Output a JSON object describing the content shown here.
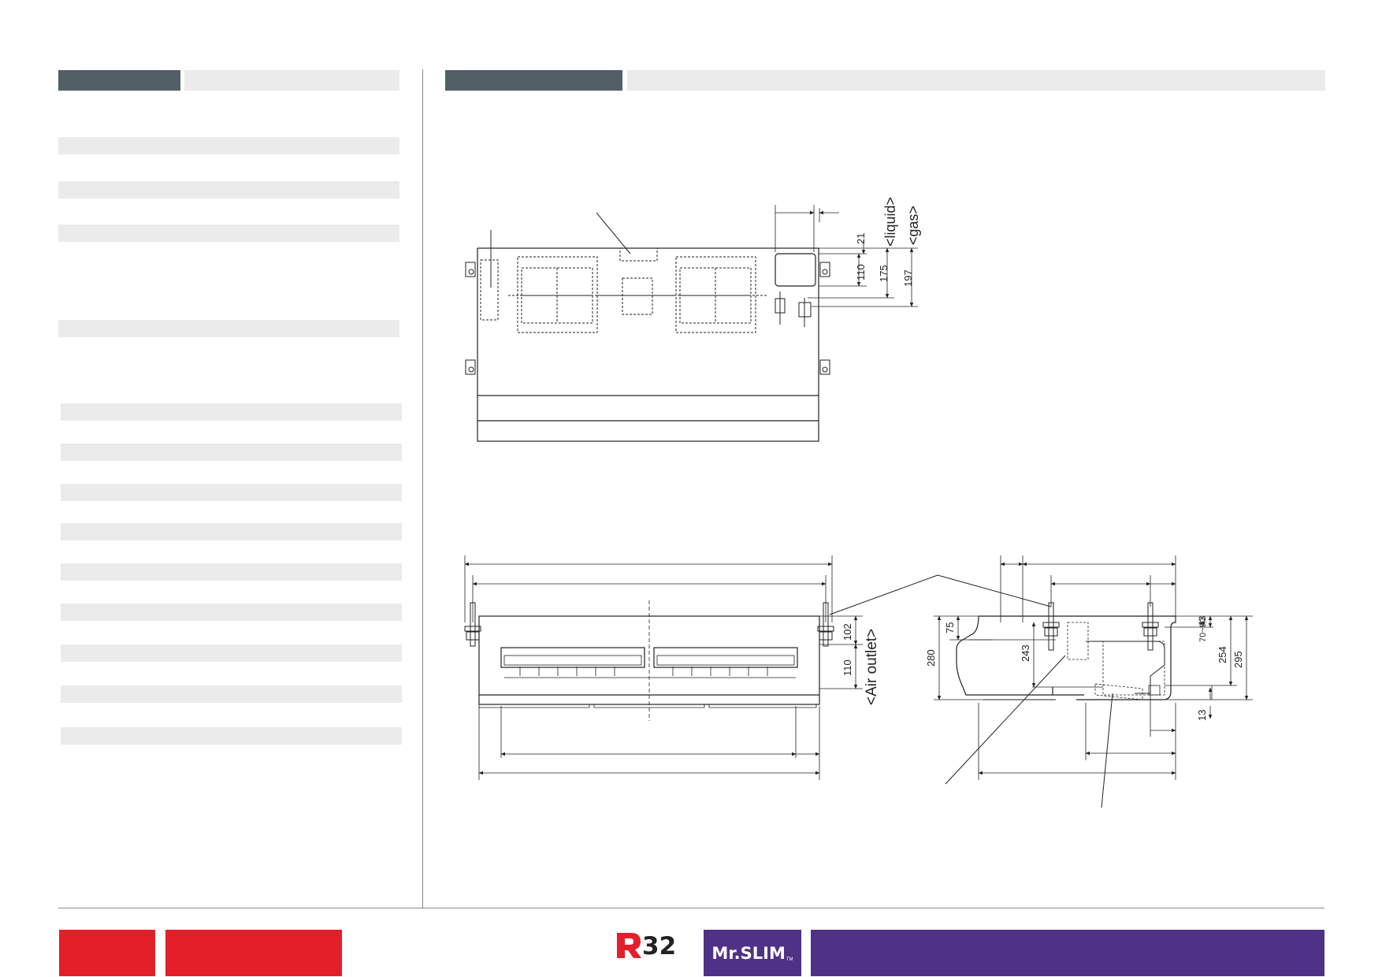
{
  "drawing": {
    "labels": {
      "liquid": "<liquid>",
      "gas": "<gas>",
      "air_outlet": "<Air outlet>"
    },
    "dimensions_top": {
      "d21": "21",
      "d110": "110",
      "d175": "175",
      "d197": "197"
    },
    "dimensions_front": {
      "d102": "102",
      "d110": "110"
    },
    "dimensions_side": {
      "d75": "75",
      "d280": "280",
      "d243": "243",
      "d43": "43",
      "d70_90": "70~90",
      "d254": "254",
      "d295": "295",
      "d13": "13"
    }
  },
  "footer": {
    "refrigerant_logo": "R32",
    "brand_logo": "Mr.SLIM",
    "brand_tm": "TM"
  },
  "colors": {
    "header_dark": "#535f66",
    "row_light": "#ebebec",
    "brand_red": "#e3202a",
    "brand_purple": "#4f3286",
    "r32_red": "#e3202a",
    "r32_green": "#45b035"
  }
}
